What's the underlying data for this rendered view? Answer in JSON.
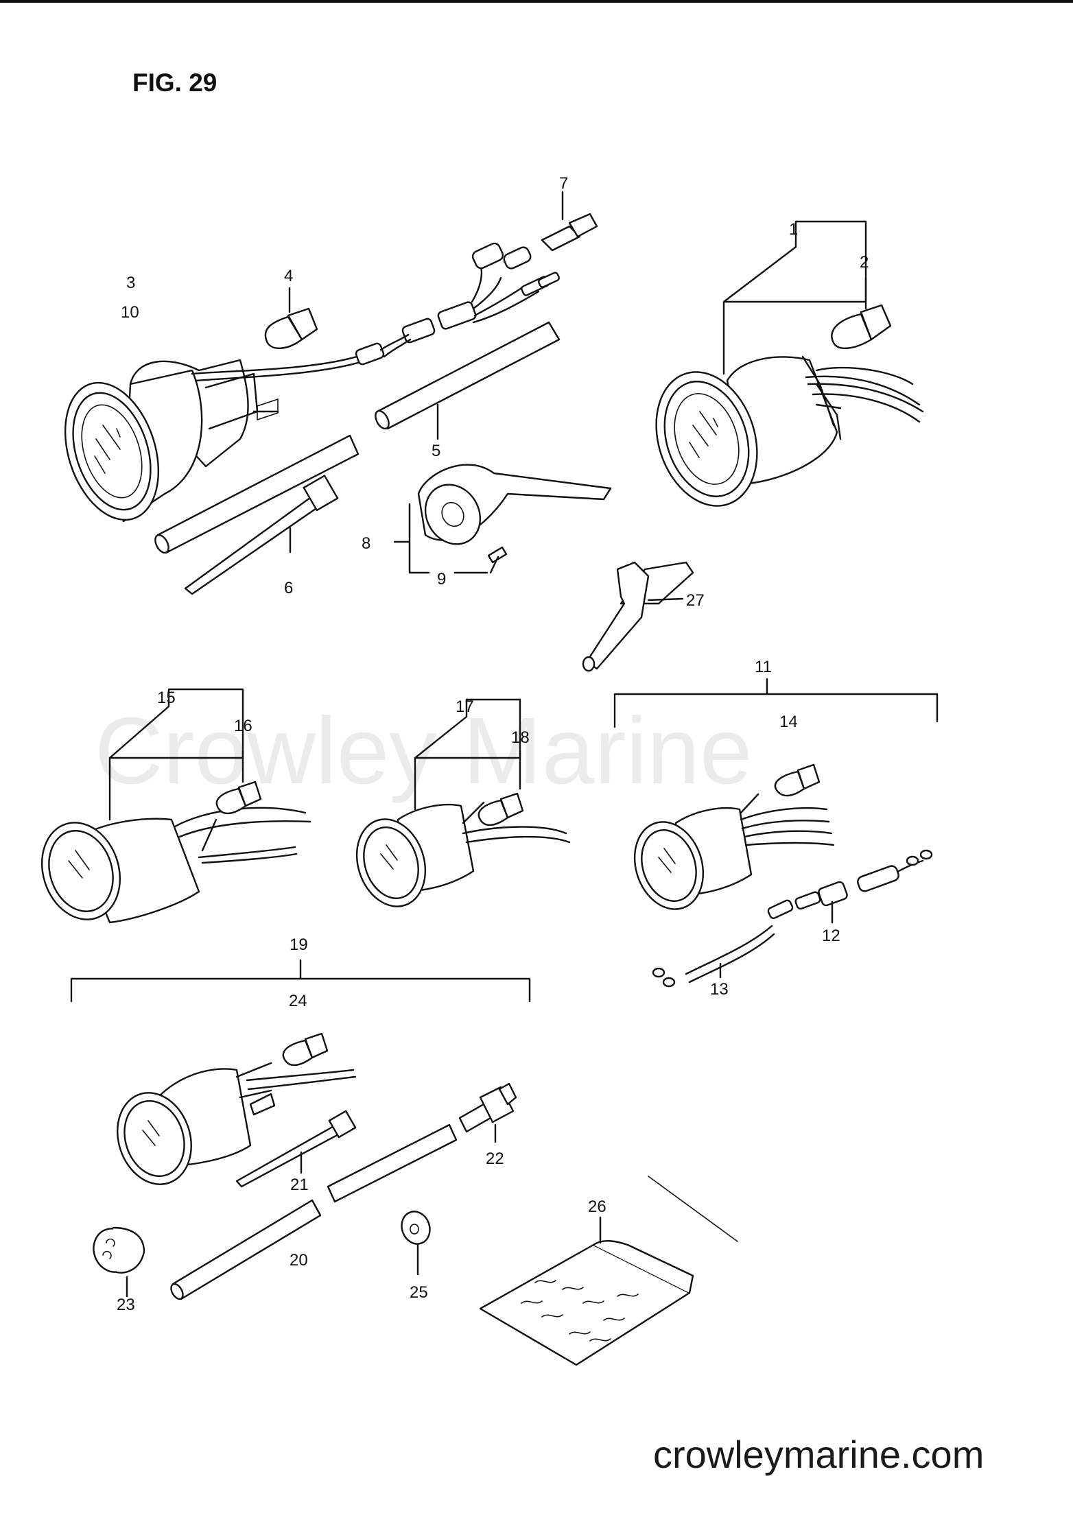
{
  "figure": {
    "title": "FIG. 29"
  },
  "watermark": {
    "text": "Crowley Marine"
  },
  "footer": {
    "website": "crowleymarine.com"
  },
  "callouts": [
    {
      "id": "1",
      "label": "1"
    },
    {
      "id": "2",
      "label": "2"
    },
    {
      "id": "3",
      "label": "3"
    },
    {
      "id": "4",
      "label": "4"
    },
    {
      "id": "5",
      "label": "5"
    },
    {
      "id": "6",
      "label": "6"
    },
    {
      "id": "7",
      "label": "7"
    },
    {
      "id": "8",
      "label": "8"
    },
    {
      "id": "9",
      "label": "9"
    },
    {
      "id": "10",
      "label": "10"
    },
    {
      "id": "11",
      "label": "11"
    },
    {
      "id": "12",
      "label": "12"
    },
    {
      "id": "13",
      "label": "13"
    },
    {
      "id": "14",
      "label": "14"
    },
    {
      "id": "15",
      "label": "15"
    },
    {
      "id": "16",
      "label": "16"
    },
    {
      "id": "17",
      "label": "17"
    },
    {
      "id": "18",
      "label": "18"
    },
    {
      "id": "19",
      "label": "19"
    },
    {
      "id": "20",
      "label": "20"
    },
    {
      "id": "21",
      "label": "21"
    },
    {
      "id": "22",
      "label": "22"
    },
    {
      "id": "23",
      "label": "23"
    },
    {
      "id": "24",
      "label": "24"
    },
    {
      "id": "25",
      "label": "25"
    },
    {
      "id": "26",
      "label": "26"
    },
    {
      "id": "27",
      "label": "27"
    }
  ]
}
